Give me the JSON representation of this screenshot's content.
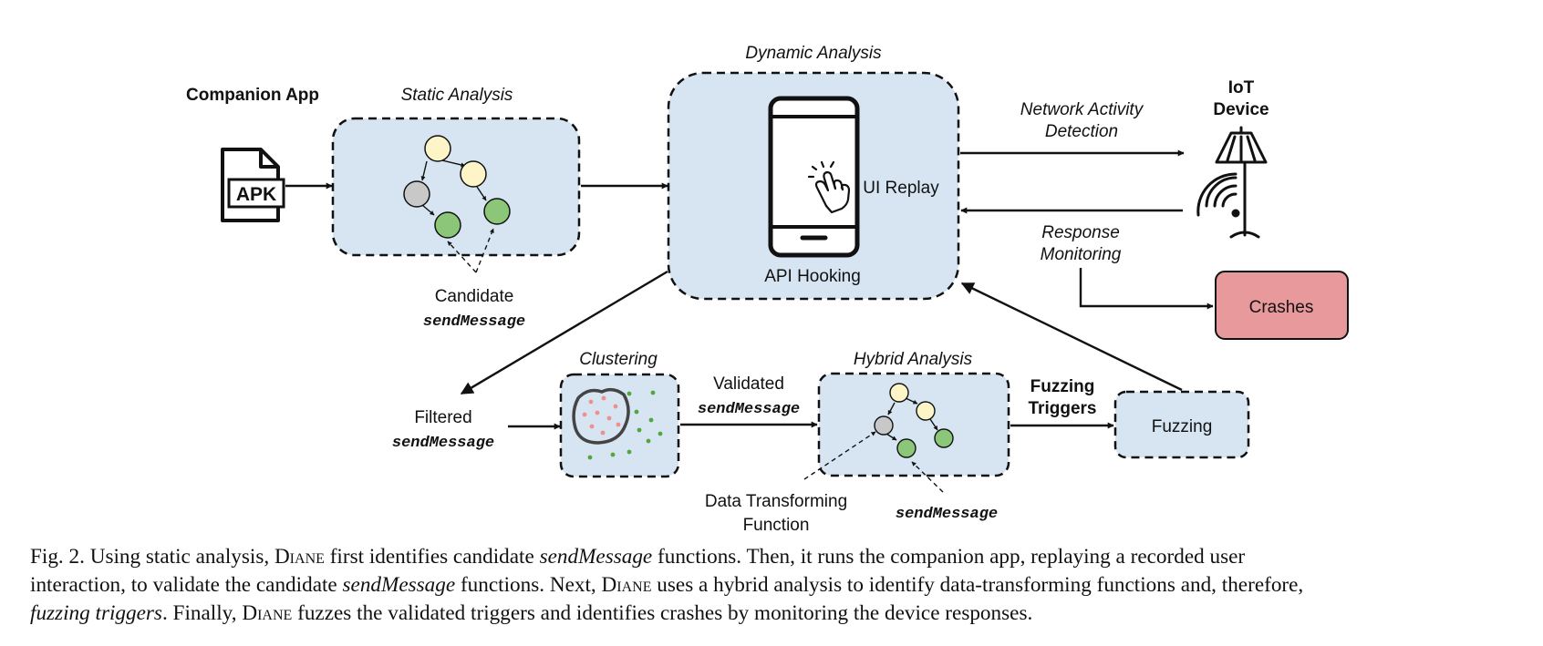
{
  "diagram": {
    "companion_app": "Companion App",
    "apk_label": "APK",
    "static_analysis": "Static Analysis",
    "candidate_line1": "Candidate",
    "candidate_line2": "sendMessage",
    "dynamic_analysis": "Dynamic Analysis",
    "ui_replay": "UI Replay",
    "api_hooking": "API Hooking",
    "network_line1": "Network Activity",
    "network_line2": "Detection",
    "iot_line1": "IoT",
    "iot_line2": "Device",
    "response_line1": "Response",
    "response_line2": "Monitoring",
    "crashes": "Crashes",
    "clustering": "Clustering",
    "filtered_line1": "Filtered",
    "filtered_line2": "sendMessage",
    "validated_line1": "Validated",
    "validated_line2": "sendMessage",
    "hybrid_analysis": "Hybrid Analysis",
    "data_transform_line1": "Data Transforming",
    "data_transform_line2": "Function",
    "send_message_bottom": "sendMessage",
    "fuzzing_triggers_line1": "Fuzzing",
    "fuzzing_triggers_line2": "Triggers",
    "fuzzing": "Fuzzing"
  },
  "colors": {
    "box_fill": "#d6e5f1",
    "crashes_fill": "#e8999b",
    "node_yellow": "#fdf4c8",
    "node_gray": "#c8c8c8",
    "node_green": "#8cc679",
    "dot_red": "#f08f8f",
    "dot_green": "#52a63f"
  },
  "caption": {
    "line1": [
      {
        "t": "Fig. 2.  Using static analysis, ",
        "s": "n"
      },
      {
        "t": "Diane",
        "s": "sc"
      },
      {
        "t": " first identifies candidate ",
        "s": "n"
      },
      {
        "t": "sendMessage",
        "s": "i"
      },
      {
        "t": " functions. Then, it runs the companion app, replaying a recorded user",
        "s": "n"
      }
    ],
    "line2": [
      {
        "t": "interaction, to validate the candidate ",
        "s": "n"
      },
      {
        "t": "sendMessage",
        "s": "i"
      },
      {
        "t": " functions. Next, ",
        "s": "n"
      },
      {
        "t": "Diane",
        "s": "sc"
      },
      {
        "t": " uses a hybrid analysis to identify data-transforming functions and, therefore,",
        "s": "n"
      }
    ],
    "line3": [
      {
        "t": "fuzzing triggers",
        "s": "i"
      },
      {
        "t": ". Finally, ",
        "s": "n"
      },
      {
        "t": "Diane",
        "s": "sc"
      },
      {
        "t": " fuzzes the validated triggers and identifies crashes by monitoring the device responses.",
        "s": "n"
      }
    ]
  }
}
